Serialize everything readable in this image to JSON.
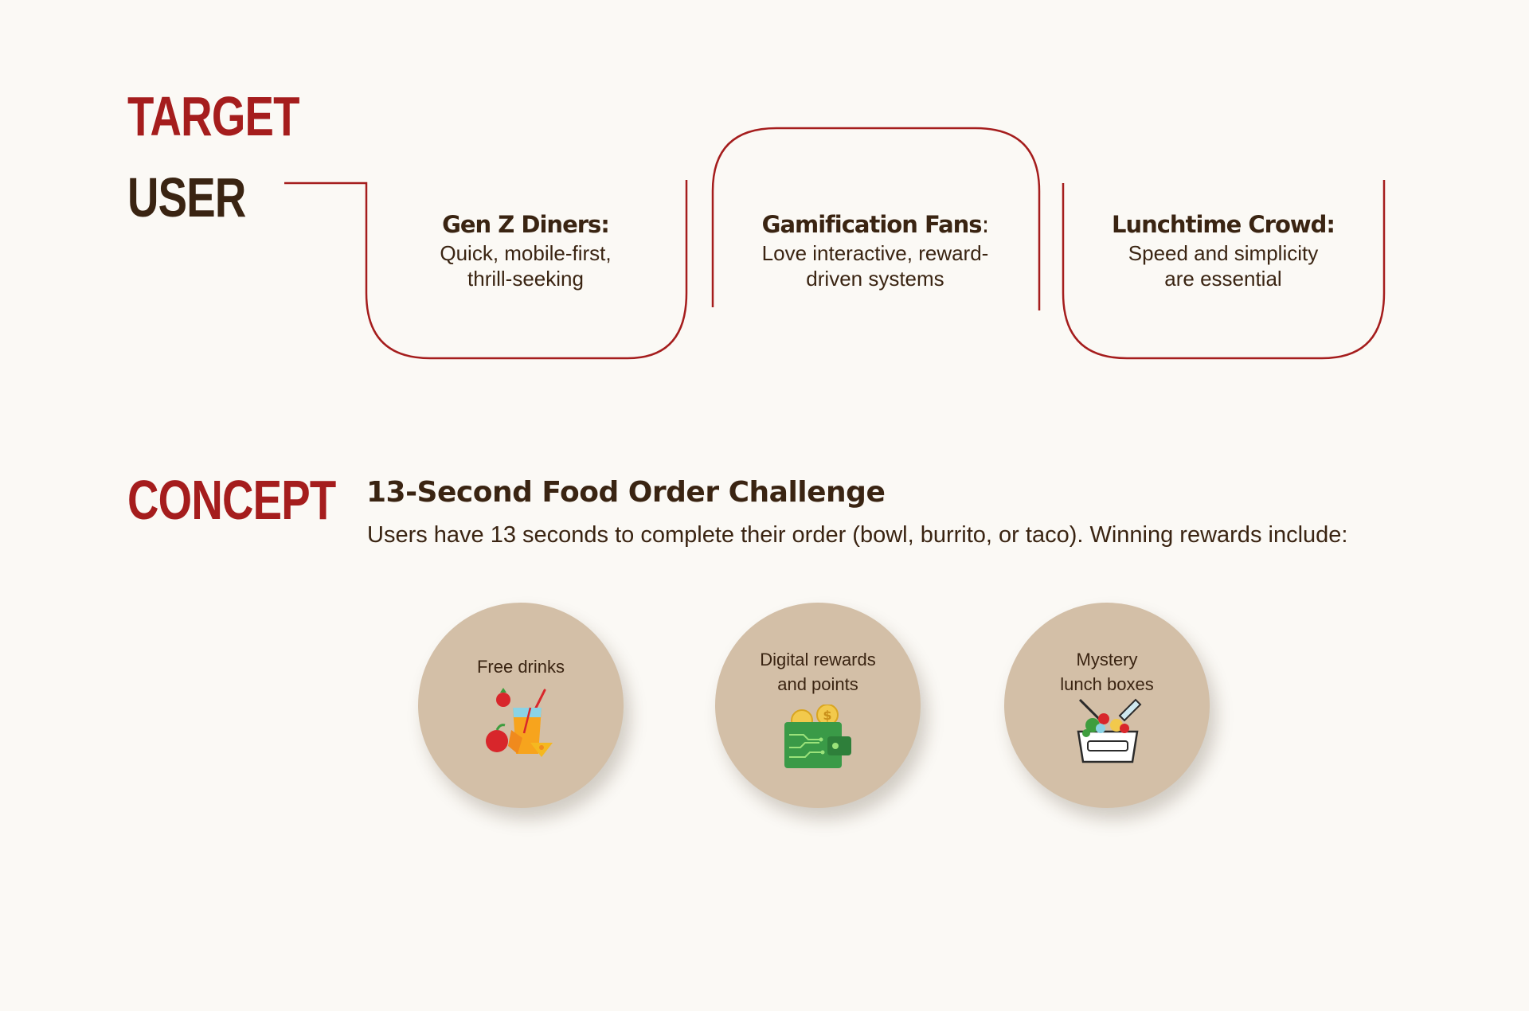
{
  "sections": {
    "target_line1": "TARGET",
    "target_line2": "USER",
    "concept": "CONCEPT"
  },
  "target_users": [
    {
      "title": "Gen Z Diners:",
      "description": "Quick, mobile-first,\nthrill-seeking"
    },
    {
      "title": "Gamification Fans",
      "title_suffix": ":",
      "description": "Love interactive, reward-\ndriven systems"
    },
    {
      "title": "Lunchtime Crowd:",
      "description": "Speed and simplicity\nare essential"
    }
  ],
  "concept": {
    "heading": "13-Second Food Order Challenge",
    "description": "Users have 13 seconds to complete their order (bowl, burrito, or taco). Winning rewards include:"
  },
  "rewards": [
    {
      "label": "Free drinks",
      "icon": "drinks-icon"
    },
    {
      "label": "Digital rewards\nand points",
      "icon": "digital-wallet-icon"
    },
    {
      "label": "Mystery\nlunch boxes",
      "icon": "lunch-box-icon"
    }
  ],
  "colors": {
    "background": "#fbf9f5",
    "accent_red": "#a51d1d",
    "text_brown": "#3a2412",
    "circle_tan": "#d3bfa7"
  }
}
